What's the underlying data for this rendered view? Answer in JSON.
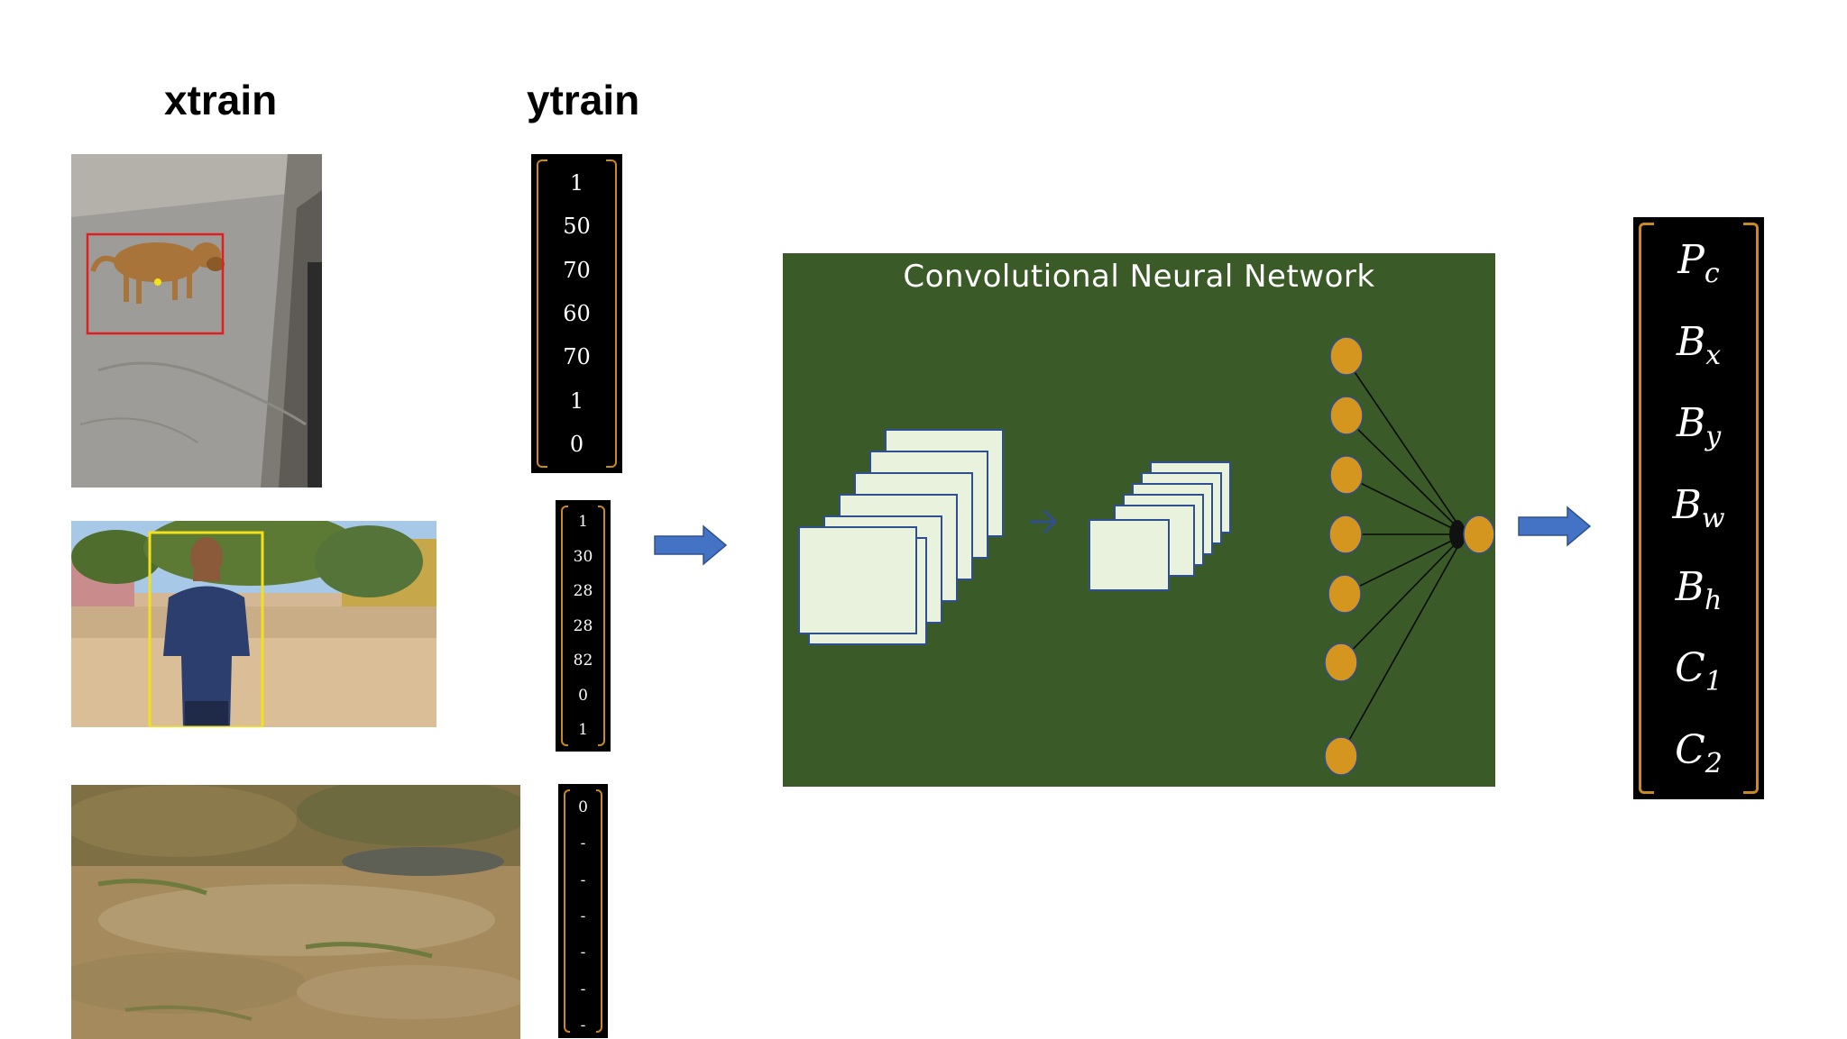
{
  "headings": {
    "xtrain": "xtrain",
    "ytrain": "ytrain"
  },
  "ytrain_vectors": [
    [
      "1",
      "50",
      "70",
      "60",
      "70",
      "1",
      "0"
    ],
    [
      "1",
      "30",
      "28",
      "28",
      "82",
      "0",
      "1"
    ],
    [
      "0",
      "-",
      "-",
      "-",
      "-",
      "-",
      "-"
    ]
  ],
  "cnn": {
    "title": "Convolutional Neural Network"
  },
  "output_vector": [
    {
      "base": "P",
      "sub": "c"
    },
    {
      "base": "B",
      "sub": "x"
    },
    {
      "base": "B",
      "sub": "y"
    },
    {
      "base": "B",
      "sub": "w"
    },
    {
      "base": "B",
      "sub": "h"
    },
    {
      "base": "C",
      "sub": "1"
    },
    {
      "base": "C",
      "sub": "2"
    }
  ],
  "colors": {
    "cnn_background": "#3a5a27",
    "neuron": "#d4961e",
    "feature_map": "#e8f2dc",
    "arrow": "#4472c4",
    "bbox_dog": "#e02020",
    "bbox_person": "#f2e01a",
    "bracket": "#c98a1e"
  }
}
